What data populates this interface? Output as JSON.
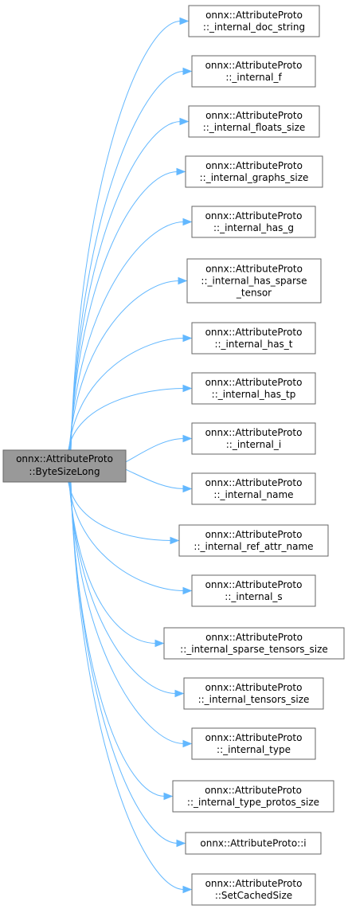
{
  "root": {
    "lines": [
      "onnx::AttributeProto",
      "::ByteSizeLong"
    ]
  },
  "callees": [
    {
      "lines": [
        "onnx::AttributeProto",
        "::_internal_doc_string"
      ]
    },
    {
      "lines": [
        "onnx::AttributeProto",
        "::_internal_f"
      ]
    },
    {
      "lines": [
        "onnx::AttributeProto",
        "::_internal_floats_size"
      ]
    },
    {
      "lines": [
        "onnx::AttributeProto",
        "::_internal_graphs_size"
      ]
    },
    {
      "lines": [
        "onnx::AttributeProto",
        "::_internal_has_g"
      ]
    },
    {
      "lines": [
        "onnx::AttributeProto",
        "::_internal_has_sparse",
        "_tensor"
      ]
    },
    {
      "lines": [
        "onnx::AttributeProto",
        "::_internal_has_t"
      ]
    },
    {
      "lines": [
        "onnx::AttributeProto",
        "::_internal_has_tp"
      ]
    },
    {
      "lines": [
        "onnx::AttributeProto",
        "::_internal_i"
      ]
    },
    {
      "lines": [
        "onnx::AttributeProto",
        "::_internal_name"
      ]
    },
    {
      "lines": [
        "onnx::AttributeProto",
        "::_internal_ref_attr_name"
      ]
    },
    {
      "lines": [
        "onnx::AttributeProto",
        "::_internal_s"
      ]
    },
    {
      "lines": [
        "onnx::AttributeProto",
        "::_internal_sparse_tensors_size"
      ]
    },
    {
      "lines": [
        "onnx::AttributeProto",
        "::_internal_tensors_size"
      ]
    },
    {
      "lines": [
        "onnx::AttributeProto",
        "::_internal_type"
      ]
    },
    {
      "lines": [
        "onnx::AttributeProto",
        "::_internal_type_protos_size"
      ]
    },
    {
      "lines": [
        "onnx::AttributeProto::i"
      ]
    },
    {
      "lines": [
        "onnx::AttributeProto",
        "::SetCachedSize"
      ]
    }
  ],
  "colors": {
    "edge": "#63b8ff",
    "root_fill": "#999999",
    "node_border": "#666666"
  }
}
